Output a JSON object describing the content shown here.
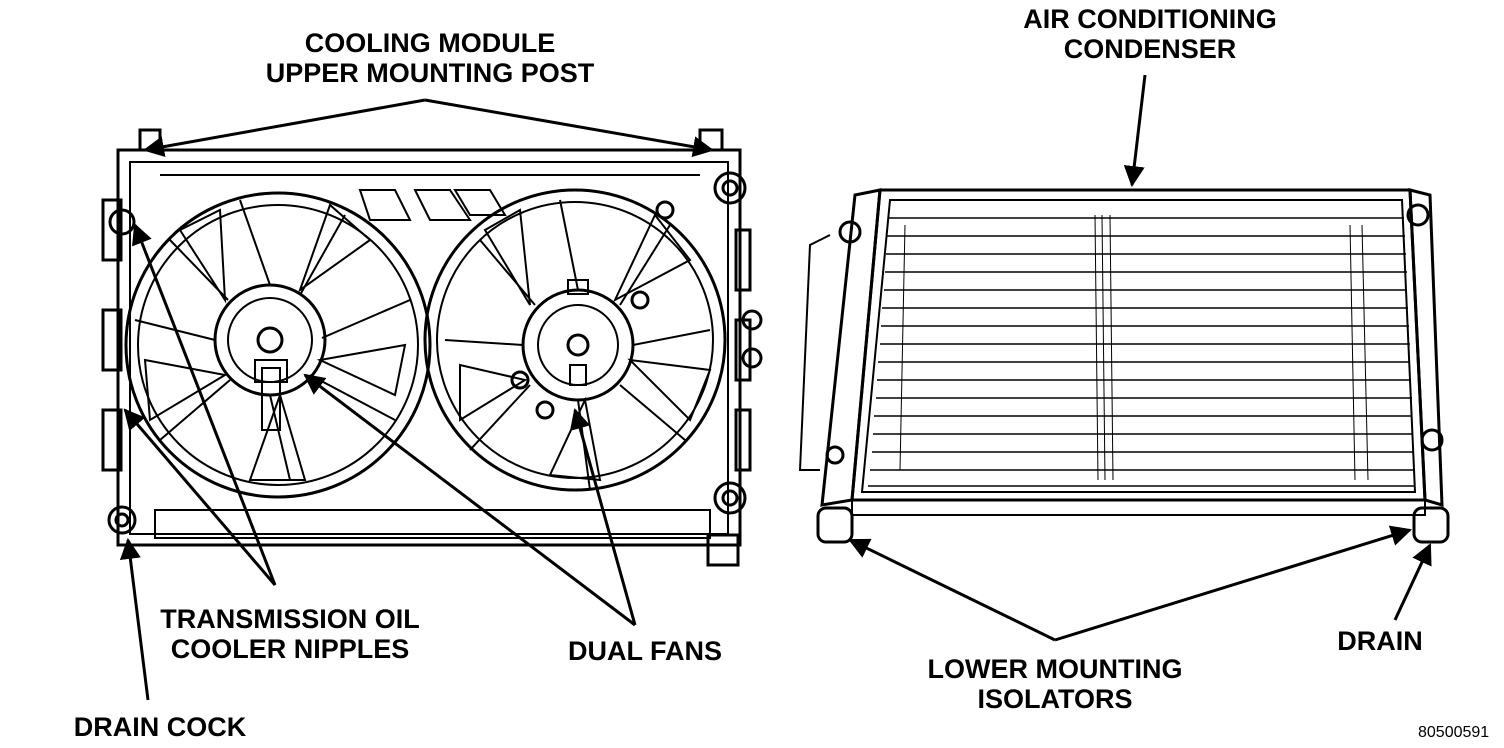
{
  "labels": {
    "cooling_module_line1": "COOLING MODULE",
    "cooling_module_line2": "UPPER MOUNTING POST",
    "ac_condenser_line1": "AIR CONDITIONING",
    "ac_condenser_line2": "CONDENSER",
    "transmission_line1": "TRANSMISSION OIL",
    "transmission_line2": "COOLER NIPPLES",
    "dual_fans": "DUAL FANS",
    "lower_mounting_line1": "LOWER MOUNTING",
    "lower_mounting_line2": "ISOLATORS",
    "drain": "DRAIN",
    "drain_cock": "DRAIN COCK"
  },
  "figure_number": "80500591",
  "colors": {
    "ink": "#000000",
    "paper": "#ffffff"
  }
}
